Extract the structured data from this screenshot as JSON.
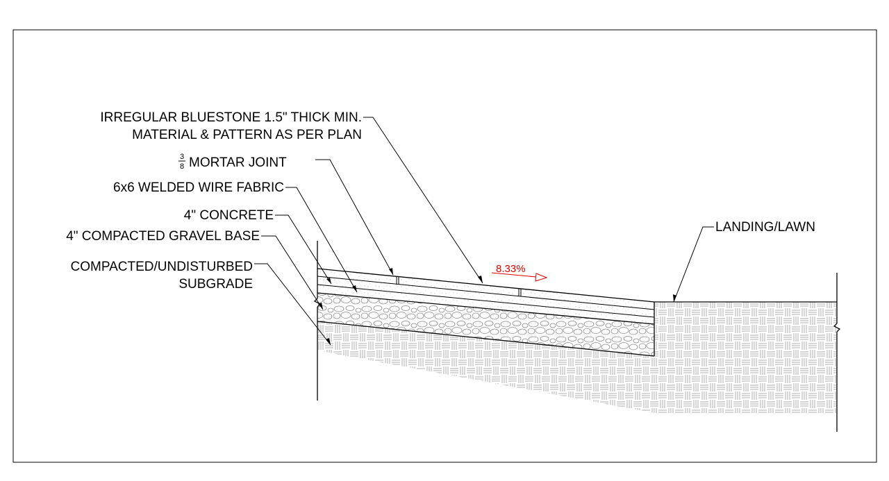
{
  "labels": {
    "bluestone_line1": "IRREGULAR BLUESTONE 1.5\" THICK MIN.",
    "bluestone_line2": "MATERIAL & PATTERN AS PER PLAN",
    "mortar_num": "3",
    "mortar_den": "8",
    "mortar_text": "MORTAR JOINT",
    "wire_fabric": "6x6 WELDED WIRE FABRIC",
    "concrete": "4\" CONCRETE",
    "gravel": "4\" COMPACTED GRAVEL BASE",
    "subgrade_line1": "COMPACTED/UNDISTURBED",
    "subgrade_line2": "SUBGRADE",
    "landing": "LANDING/LAWN",
    "slope": "8.33%"
  },
  "colors": {
    "linework": "#000000",
    "hatch": "#9a9a9a",
    "slope_annotation": "#e00000"
  }
}
